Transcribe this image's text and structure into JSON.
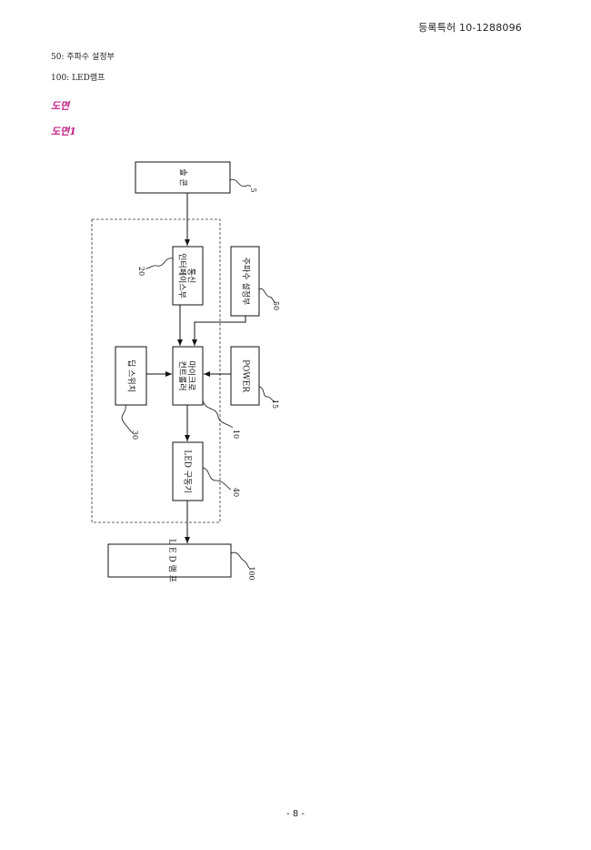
{
  "header": {
    "patent_number": "등록특허  10-1288096"
  },
  "legend": [
    "50: 주파수 설정부",
    "100: LED램프"
  ],
  "headings": {
    "drawings": "도면",
    "figure1": "도면1"
  },
  "figure": {
    "blocks": {
      "remote": "솔  콘",
      "comm_interface": [
        "통신",
        "인터페이스부"
      ],
      "freq_setting": "주파수 설정부",
      "dip_switch": "딥 스위치",
      "microcontroller": [
        "마이크로",
        "컨트롤러"
      ],
      "power": "POWER",
      "led_driver": "LED 구동기",
      "led_lamp": "L E D 램 프"
    },
    "refs": {
      "remote": "5",
      "comm_interface": "20",
      "freq_setting": "50",
      "dip_switch": "30",
      "microcontroller": "10",
      "power": "15",
      "led_driver": "40",
      "led_lamp": "100"
    }
  },
  "footer": {
    "page": "- 8 -"
  }
}
